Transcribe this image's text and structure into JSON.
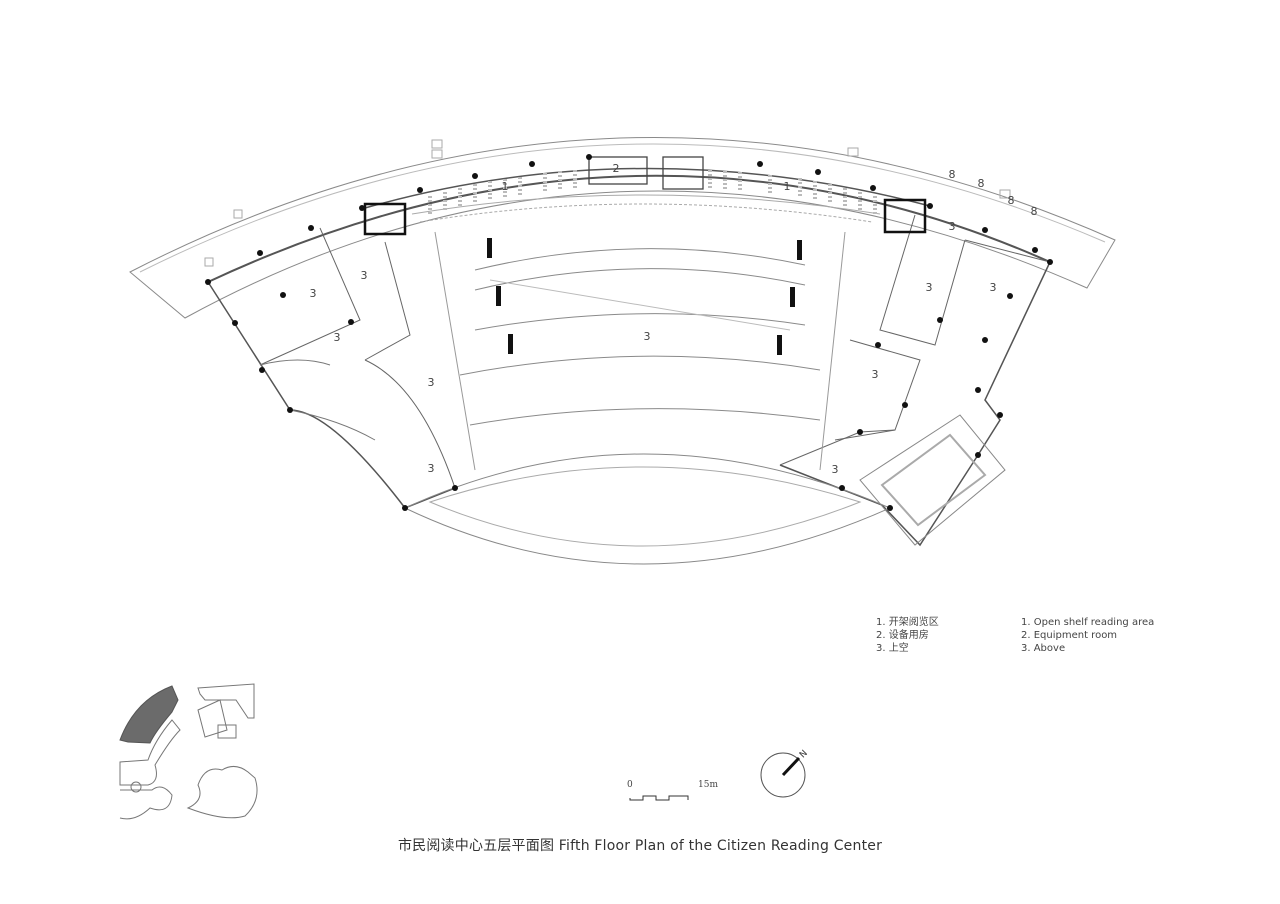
{
  "title": {
    "text": "市民阅读中心五层平面图 Fifth Floor Plan of the Citizen Reading Center"
  },
  "legend": {
    "chinese": [
      "1. 开架阅览区",
      "2. 设备用房",
      "3. 上空"
    ],
    "english": [
      "1. Open shelf reading area",
      "2. Equipment room",
      "3. Above"
    ]
  },
  "room_labels": {
    "r1a": "1",
    "r1b": "1",
    "r2": "2",
    "r3a": "3",
    "r3b": "3",
    "r3c": "3",
    "r3d": "3",
    "r3e": "3",
    "r3f": "3",
    "r3g": "3",
    "r3h": "3",
    "r3i": "3",
    "r3j": "3",
    "r8a": "8",
    "r8b": "8",
    "r8c": "8",
    "r8d": "8"
  },
  "scale_bar": {
    "start": "0",
    "end": "15m"
  },
  "north_arrow": {
    "label": "N"
  },
  "colors": {
    "line": "#555555",
    "light_line": "#9a9a9a",
    "column": "#111111",
    "site_fill": "#6b6b6b"
  }
}
